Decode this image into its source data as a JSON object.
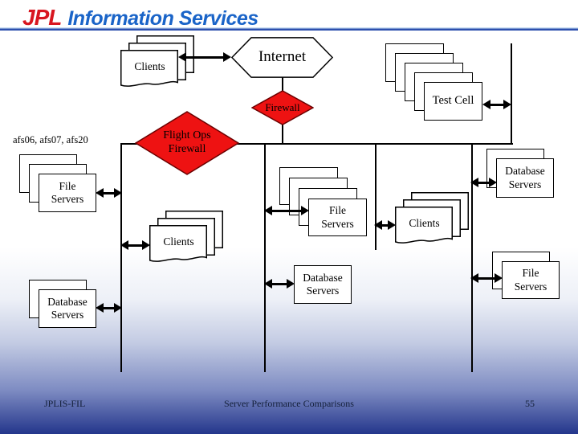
{
  "header": {
    "logo": {
      "primary": "JPL",
      "secondary": "Information Services"
    }
  },
  "colors": {
    "logo_red": "#d8161f",
    "logo_blue": "#1a64c8",
    "rule_blue": "#2c4fae",
    "firewall_red": "#ee1212",
    "background_navy": "#24368c"
  },
  "diagram": {
    "clients_top": {
      "label": "Clients"
    },
    "internet": {
      "label": "Internet"
    },
    "firewall": {
      "label": "Firewall"
    },
    "flight_ops_firewall": {
      "line1": "Flight Ops",
      "line2": "Firewall"
    },
    "test_cell": {
      "label": "Test Cell"
    },
    "afs_caption": "afs06, afs07, afs20",
    "file_servers_left": {
      "line1": "File",
      "line2": "Servers"
    },
    "clients_left": {
      "label": "Clients"
    },
    "database_servers_left": {
      "line1": "Database",
      "line2": "Servers"
    },
    "file_servers_middle": {
      "line1": "File",
      "line2": "Servers"
    },
    "clients_middle": {
      "label": "Clients"
    },
    "database_servers_middle": {
      "line1": "Database",
      "line2": "Servers"
    },
    "database_servers_right": {
      "line1": "Database",
      "line2": "Servers"
    },
    "file_servers_right": {
      "line1": "File",
      "line2": "Servers"
    }
  },
  "footer": {
    "doc_id": "JPLIS-FIL",
    "title": "Server Performance Comparisons",
    "page_number": "55"
  }
}
